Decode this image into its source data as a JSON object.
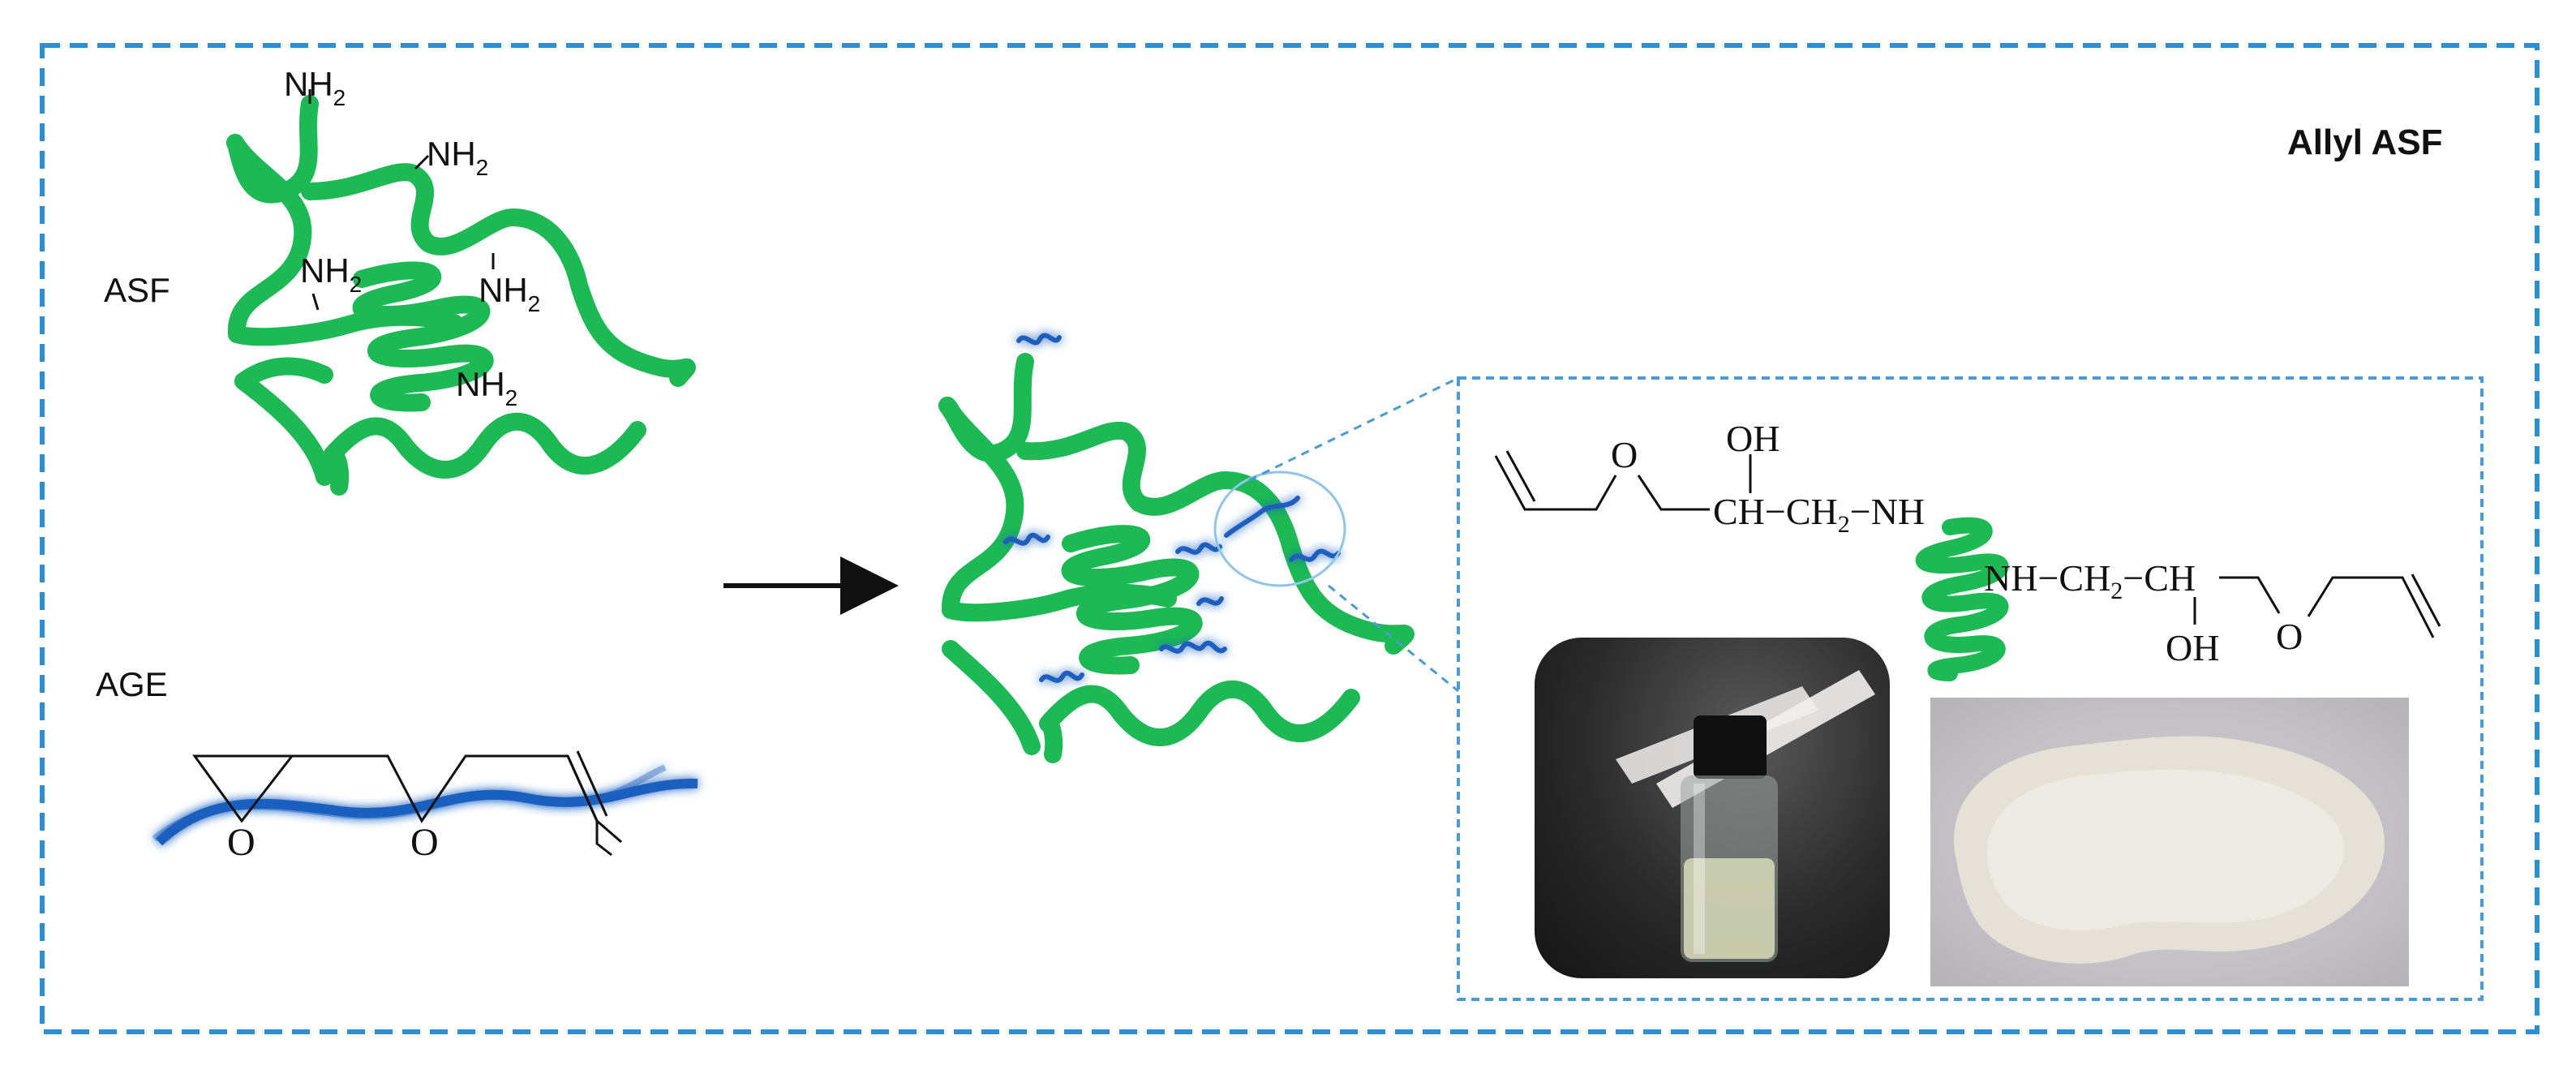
{
  "title": "Allyl ASF",
  "labels": {
    "asf": "ASF",
    "age": "AGE"
  },
  "asf_groups": {
    "nh2_a": "NH",
    "nh2_b": "NH",
    "nh2_c": "NH",
    "nh2_d": "NH",
    "nh2_e": "NH",
    "subscript": "2"
  },
  "age_structure": {
    "oxygen_1": "O",
    "oxygen_2": "O"
  },
  "product_structure": {
    "top": {
      "oxygen": "O",
      "oh": "OH",
      "chain": "CH−CH",
      "subscript": "2",
      "amine": "−NH"
    },
    "bottom": {
      "chain": "NH−CH",
      "subscript": "2",
      "chain_end": "−CH",
      "oh": "OH",
      "oxygen": "O"
    }
  },
  "colors": {
    "protein_green": "#1db954",
    "age_blue": "#1f5fbf",
    "frame_blue": "#2b8fd6",
    "inset_blue": "#4a9ad4"
  },
  "icons": {
    "arrow": "right-arrow-icon",
    "vial": "vial-photo",
    "flake": "sponge-photo"
  }
}
